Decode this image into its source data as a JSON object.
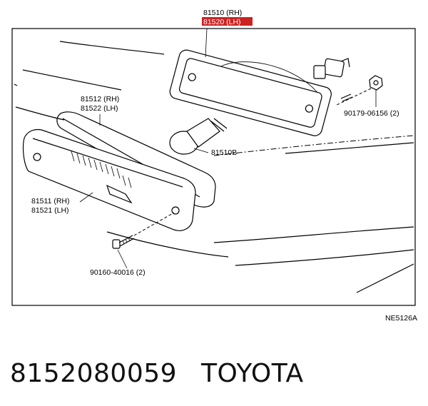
{
  "labels": {
    "lamp_rh": "81510 (RH)",
    "lamp_lh": "81520 (LH)",
    "gasket_rh": "81512 (RH)",
    "gasket_lh": "81522 (LH)",
    "lens_rh": "81511 (RH)",
    "lens_lh": "81521 (LH)",
    "bulb": "81510B",
    "nut": "90179-06156 (2)",
    "screw": "90160-40016 (2)",
    "ref_code": "NE5126A"
  },
  "footer": {
    "part_number": "8152080059",
    "brand": "TOYOTA"
  },
  "colors": {
    "highlight": "#cc2222",
    "line": "#000000"
  }
}
